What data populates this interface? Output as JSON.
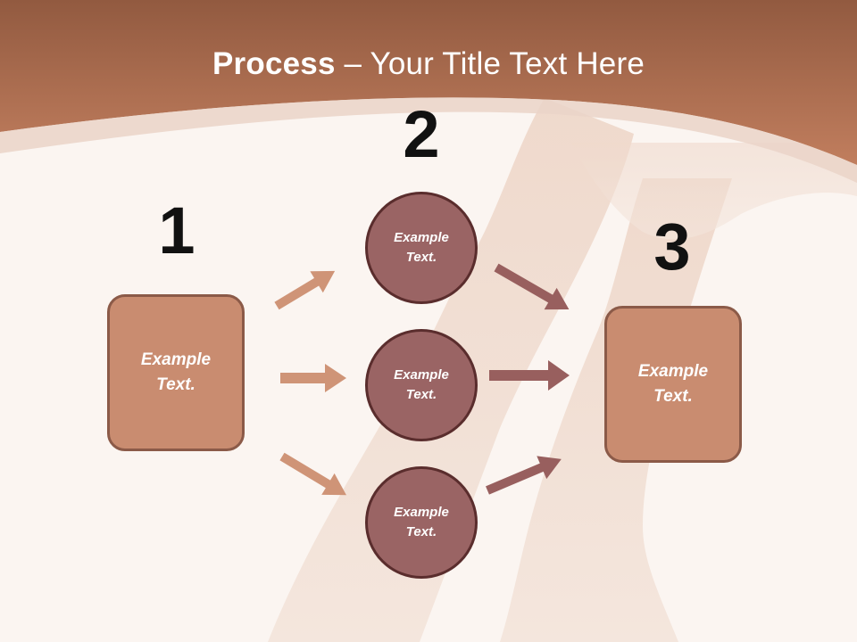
{
  "title": {
    "bold": "Process",
    "rest": " – Your Title Text Here"
  },
  "steps": [
    {
      "number": "1"
    },
    {
      "number": "2"
    },
    {
      "number": "3"
    }
  ],
  "nodes": {
    "left_box": "Example\nText.",
    "circle_top": "Example\nText.",
    "circle_middle": "Example\nText.",
    "circle_bottom": "Example\nText.",
    "right_box": "Example\nText."
  },
  "colors": {
    "header": "#b87657",
    "box_fill": "#c98c70",
    "circle_fill": "#9a6464",
    "arrow_light": "#cf9477",
    "arrow_dark": "#985f5e"
  }
}
